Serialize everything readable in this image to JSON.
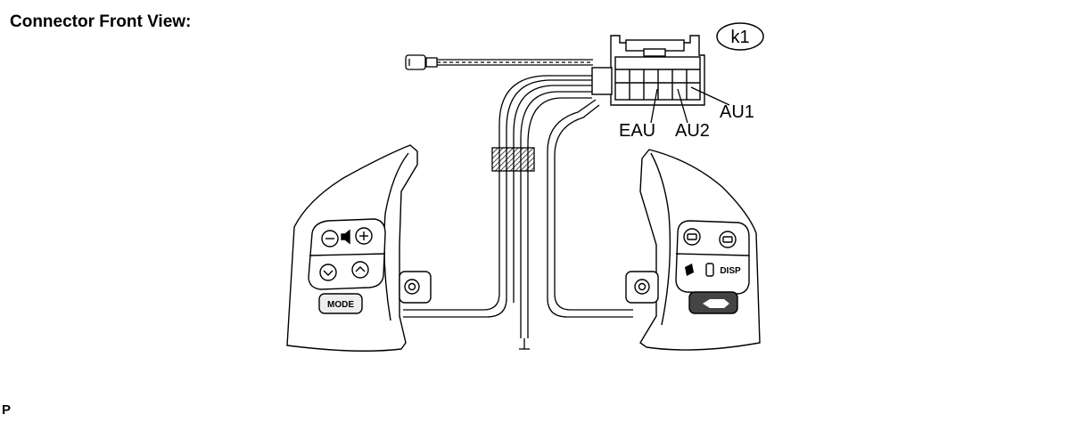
{
  "title": "Connector Front View:",
  "connector_id": "k1",
  "pins": {
    "eau": "EAU",
    "au2": "AU2",
    "au1": "AU1"
  },
  "switch_labels": {
    "mode": "MODE",
    "disp": "DISP"
  },
  "footer_text": "P"
}
